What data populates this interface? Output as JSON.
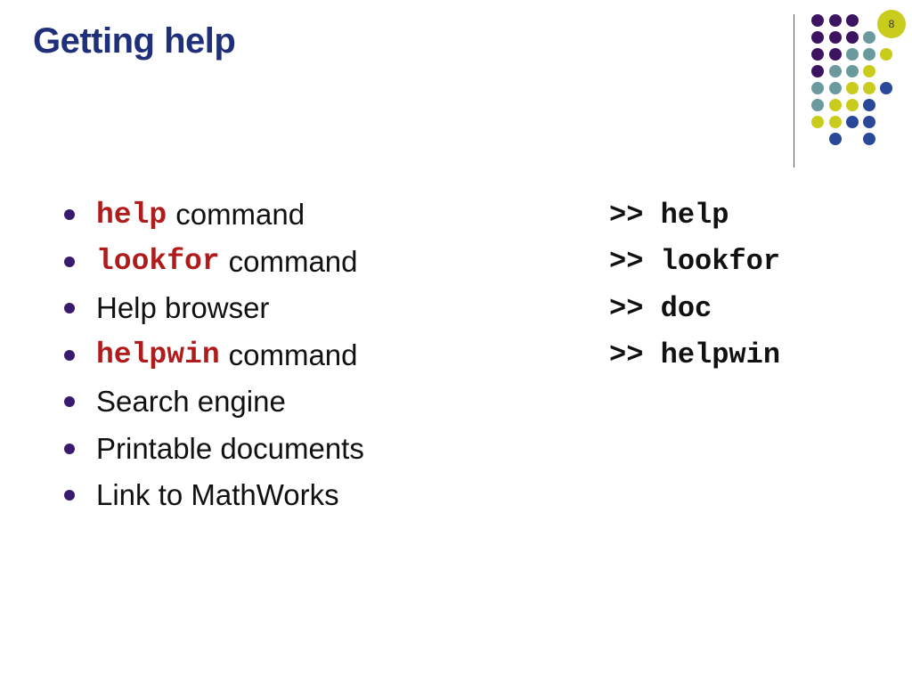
{
  "slide": {
    "title": "Getting help",
    "page_number": "8"
  },
  "colors": {
    "title": "#1f2f7a",
    "code": "#b01c1c",
    "bullet": "#3a1a6e",
    "dot_purple": "#3d1461",
    "dot_teal": "#6b9a9e",
    "dot_yellow": "#c9cc1c",
    "dot_blue": "#2a4898"
  },
  "bullets": [
    {
      "code": "help",
      "text": "command"
    },
    {
      "code": "lookfor",
      "text": "command"
    },
    {
      "code": "",
      "text": "Help browser"
    },
    {
      "code": "helpwin",
      "text": "command"
    },
    {
      "code": "",
      "text": "Search engine"
    },
    {
      "code": "",
      "text": "Printable documents"
    },
    {
      "code": "",
      "text": "Link to MathWorks"
    }
  ],
  "commands": [
    ">> help",
    ">> lookfor",
    ">> doc",
    ">> helpwin"
  ]
}
